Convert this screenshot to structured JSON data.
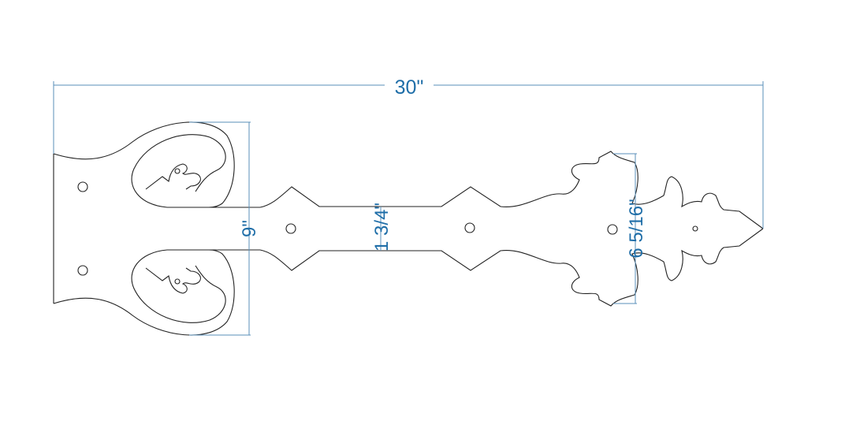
{
  "drawing": {
    "colors": {
      "outline": "#222222",
      "dimension": "#1f6ea8"
    },
    "dimensions": {
      "overall_length": "30\"",
      "end_height": "9\"",
      "strap_width": "1 3/4\"",
      "fleur_height": "6 5/16\""
    }
  }
}
